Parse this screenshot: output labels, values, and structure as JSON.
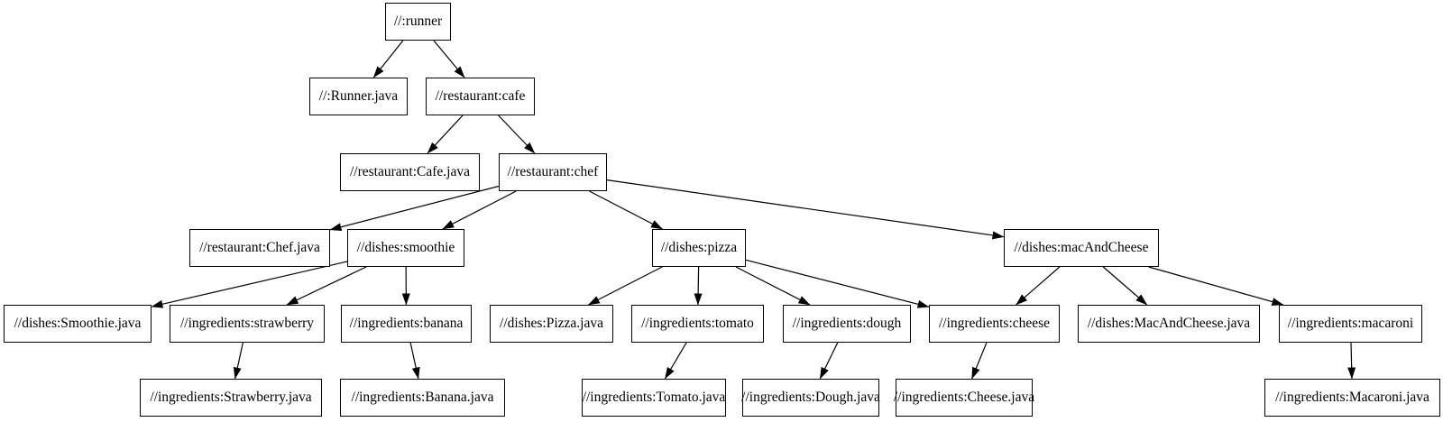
{
  "diagram": {
    "type": "build-dependency-graph",
    "colors": {
      "background": "#ffffff",
      "node_fill": "#ffffff",
      "node_border": "#000000",
      "edge": "#000000",
      "text": "#000000"
    },
    "nodes": [
      {
        "id": "runner",
        "label": "//:runner"
      },
      {
        "id": "runner_java",
        "label": "//:Runner.java"
      },
      {
        "id": "cafe",
        "label": "//restaurant:cafe"
      },
      {
        "id": "cafe_java",
        "label": "//restaurant:Cafe.java"
      },
      {
        "id": "chef",
        "label": "//restaurant:chef"
      },
      {
        "id": "chef_java",
        "label": "//restaurant:Chef.java"
      },
      {
        "id": "smoothie",
        "label": "//dishes:smoothie"
      },
      {
        "id": "pizza",
        "label": "//dishes:pizza"
      },
      {
        "id": "mac",
        "label": "//dishes:macAndCheese"
      },
      {
        "id": "smoothie_java",
        "label": "//dishes:Smoothie.java"
      },
      {
        "id": "strawberry",
        "label": "//ingredients:strawberry"
      },
      {
        "id": "banana",
        "label": "//ingredients:banana"
      },
      {
        "id": "pizza_java",
        "label": "//dishes:Pizza.java"
      },
      {
        "id": "tomato",
        "label": "//ingredients:tomato"
      },
      {
        "id": "dough",
        "label": "//ingredients:dough"
      },
      {
        "id": "cheese",
        "label": "//ingredients:cheese"
      },
      {
        "id": "mac_java",
        "label": "//dishes:MacAndCheese.java"
      },
      {
        "id": "macaroni",
        "label": "//ingredients:macaroni"
      },
      {
        "id": "strawberry_java",
        "label": "//ingredients:Strawberry.java"
      },
      {
        "id": "banana_java",
        "label": "//ingredients:Banana.java"
      },
      {
        "id": "tomato_java",
        "label": "//ingredients:Tomato.java"
      },
      {
        "id": "dough_java",
        "label": "//ingredients:Dough.java"
      },
      {
        "id": "cheese_java",
        "label": "//ingredients:Cheese.java"
      },
      {
        "id": "macaroni_java",
        "label": "//ingredients:Macaroni.java"
      }
    ],
    "edges": [
      [
        "runner",
        "runner_java"
      ],
      [
        "runner",
        "cafe"
      ],
      [
        "cafe",
        "cafe_java"
      ],
      [
        "cafe",
        "chef"
      ],
      [
        "chef",
        "chef_java"
      ],
      [
        "chef",
        "smoothie"
      ],
      [
        "chef",
        "pizza"
      ],
      [
        "chef",
        "mac"
      ],
      [
        "smoothie",
        "smoothie_java"
      ],
      [
        "smoothie",
        "strawberry"
      ],
      [
        "smoothie",
        "banana"
      ],
      [
        "pizza",
        "pizza_java"
      ],
      [
        "pizza",
        "tomato"
      ],
      [
        "pizza",
        "dough"
      ],
      [
        "pizza",
        "cheese"
      ],
      [
        "mac",
        "cheese"
      ],
      [
        "mac",
        "mac_java"
      ],
      [
        "mac",
        "macaroni"
      ],
      [
        "strawberry",
        "strawberry_java"
      ],
      [
        "banana",
        "banana_java"
      ],
      [
        "tomato",
        "tomato_java"
      ],
      [
        "dough",
        "dough_java"
      ],
      [
        "cheese",
        "cheese_java"
      ],
      [
        "macaroni",
        "macaroni_java"
      ]
    ]
  }
}
